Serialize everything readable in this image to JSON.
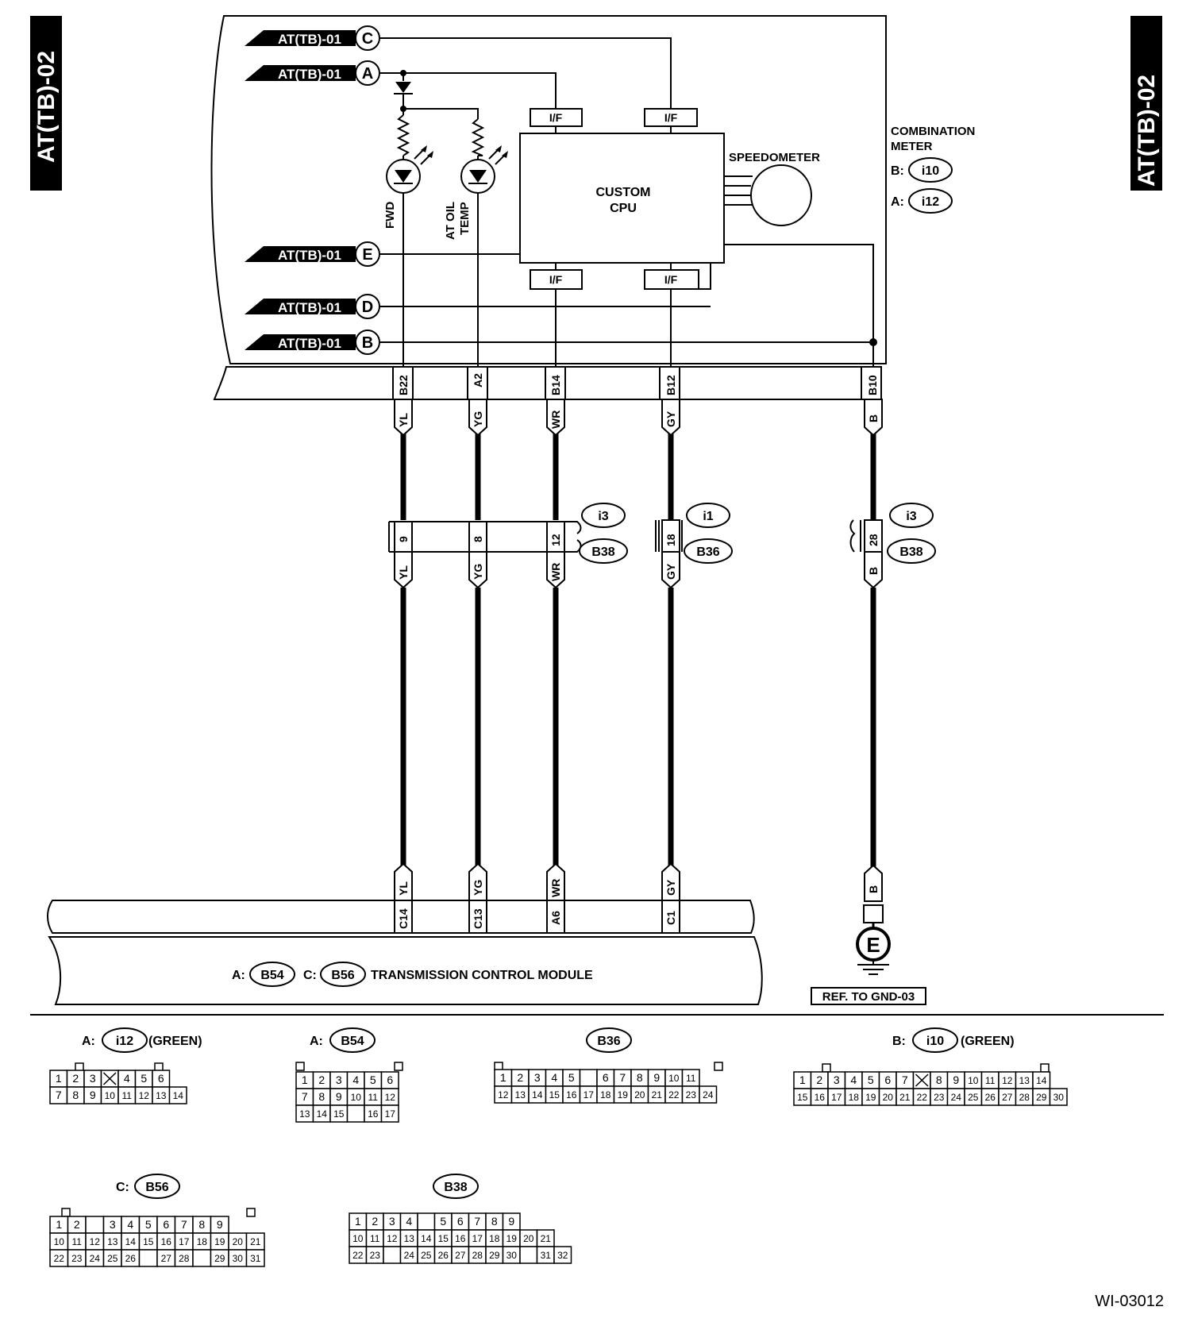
{
  "page_tag": "AT(TB)-02",
  "figure_id": "WI-03012",
  "signal_tags": [
    {
      "text": "AT(TB)-01",
      "letter": "C"
    },
    {
      "text": "AT(TB)-01",
      "letter": "A"
    },
    {
      "text": "AT(TB)-01",
      "letter": "E"
    },
    {
      "text": "AT(TB)-01",
      "letter": "D"
    },
    {
      "text": "AT(TB)-01",
      "letter": "B"
    }
  ],
  "meter": {
    "title_line1": "COMBINATION",
    "title_line2": "METER",
    "conn_b_prefix": "B:",
    "conn_b": "i10",
    "conn_a_prefix": "A:",
    "conn_a": "i12",
    "cpu_line1": "CUSTOM",
    "cpu_line2": "CPU",
    "speedometer": "SPEEDOMETER",
    "interface": "I/F",
    "led_fwd": "FWD",
    "led_oil_line1": "AT OIL",
    "led_oil_line2": "TEMP"
  },
  "wires": [
    {
      "meter_pin": "B22",
      "color": "YL",
      "junction_pin": "9",
      "tcm_pin": "C14"
    },
    {
      "meter_pin": "A2",
      "color": "YG",
      "junction_pin": "8",
      "tcm_pin": "C13"
    },
    {
      "meter_pin": "B14",
      "color": "WR",
      "junction_pin": "12",
      "tcm_pin": "A6"
    },
    {
      "meter_pin": "B12",
      "color": "GY",
      "junction_pin": "18",
      "tcm_pin": "C1"
    },
    {
      "meter_pin": "B10",
      "color": "B",
      "junction_pin": "28",
      "tcm_pin": ""
    }
  ],
  "junctions": {
    "j1_top": "i3",
    "j1_bottom": "B38",
    "j2_top": "i1",
    "j2_bottom": "B36",
    "j3_top": "i3",
    "j3_bottom": "B38"
  },
  "tcm": {
    "prefix_a": "A:",
    "conn_a": "B54",
    "prefix_c": "C:",
    "conn_c": "B56",
    "label": "TRANSMISSION CONTROL MODULE"
  },
  "ground": {
    "letter": "E",
    "ref": "REF. TO GND-03"
  },
  "connector_views": {
    "i12": {
      "prefix": "A:",
      "id": "i12",
      "suffix": "(GREEN)",
      "row1": [
        "1",
        "2",
        "3",
        "X",
        "4",
        "5",
        "6"
      ],
      "row2": [
        "7",
        "8",
        "9",
        "10",
        "11",
        "12",
        "13",
        "14"
      ]
    },
    "b54": {
      "prefix": "A:",
      "id": "B54",
      "row1": [
        "1",
        "2",
        "3",
        "4",
        "5",
        "6"
      ],
      "row2": [
        "7",
        "8",
        "9",
        "10",
        "11",
        "12"
      ],
      "row3": [
        "13",
        "14",
        "15",
        "",
        "16",
        "17"
      ]
    },
    "b36": {
      "id": "B36",
      "row1": [
        "1",
        "2",
        "3",
        "4",
        "5",
        "",
        "6",
        "7",
        "8",
        "9",
        "10",
        "11"
      ],
      "row2": [
        "12",
        "13",
        "14",
        "15",
        "16",
        "17",
        "18",
        "19",
        "20",
        "21",
        "22",
        "23",
        "24"
      ]
    },
    "i10": {
      "prefix": "B:",
      "id": "i10",
      "suffix": "(GREEN)",
      "row1": [
        "1",
        "2",
        "3",
        "4",
        "5",
        "6",
        "7",
        "X",
        "8",
        "9",
        "10",
        "11",
        "12",
        "13",
        "14"
      ],
      "row2": [
        "15",
        "16",
        "17",
        "18",
        "19",
        "20",
        "21",
        "22",
        "23",
        "24",
        "25",
        "26",
        "27",
        "28",
        "29",
        "30"
      ]
    },
    "b56": {
      "prefix": "C:",
      "id": "B56",
      "row1": [
        "1",
        "2",
        "",
        "3",
        "4",
        "5",
        "6",
        "7",
        "8",
        "9"
      ],
      "row2": [
        "10",
        "11",
        "12",
        "13",
        "14",
        "15",
        "16",
        "17",
        "18",
        "19",
        "20",
        "21"
      ],
      "row3": [
        "22",
        "23",
        "24",
        "25",
        "26",
        "",
        "27",
        "28",
        "",
        "29",
        "30",
        "31"
      ]
    },
    "b38": {
      "id": "B38",
      "row1": [
        "1",
        "2",
        "3",
        "4",
        "",
        "5",
        "6",
        "7",
        "8",
        "9"
      ],
      "row2": [
        "10",
        "11",
        "12",
        "13",
        "14",
        "15",
        "16",
        "17",
        "18",
        "19",
        "20",
        "21"
      ],
      "row3": [
        "22",
        "23",
        "",
        "24",
        "25",
        "26",
        "27",
        "28",
        "29",
        "30",
        "",
        "31",
        "32"
      ]
    }
  }
}
